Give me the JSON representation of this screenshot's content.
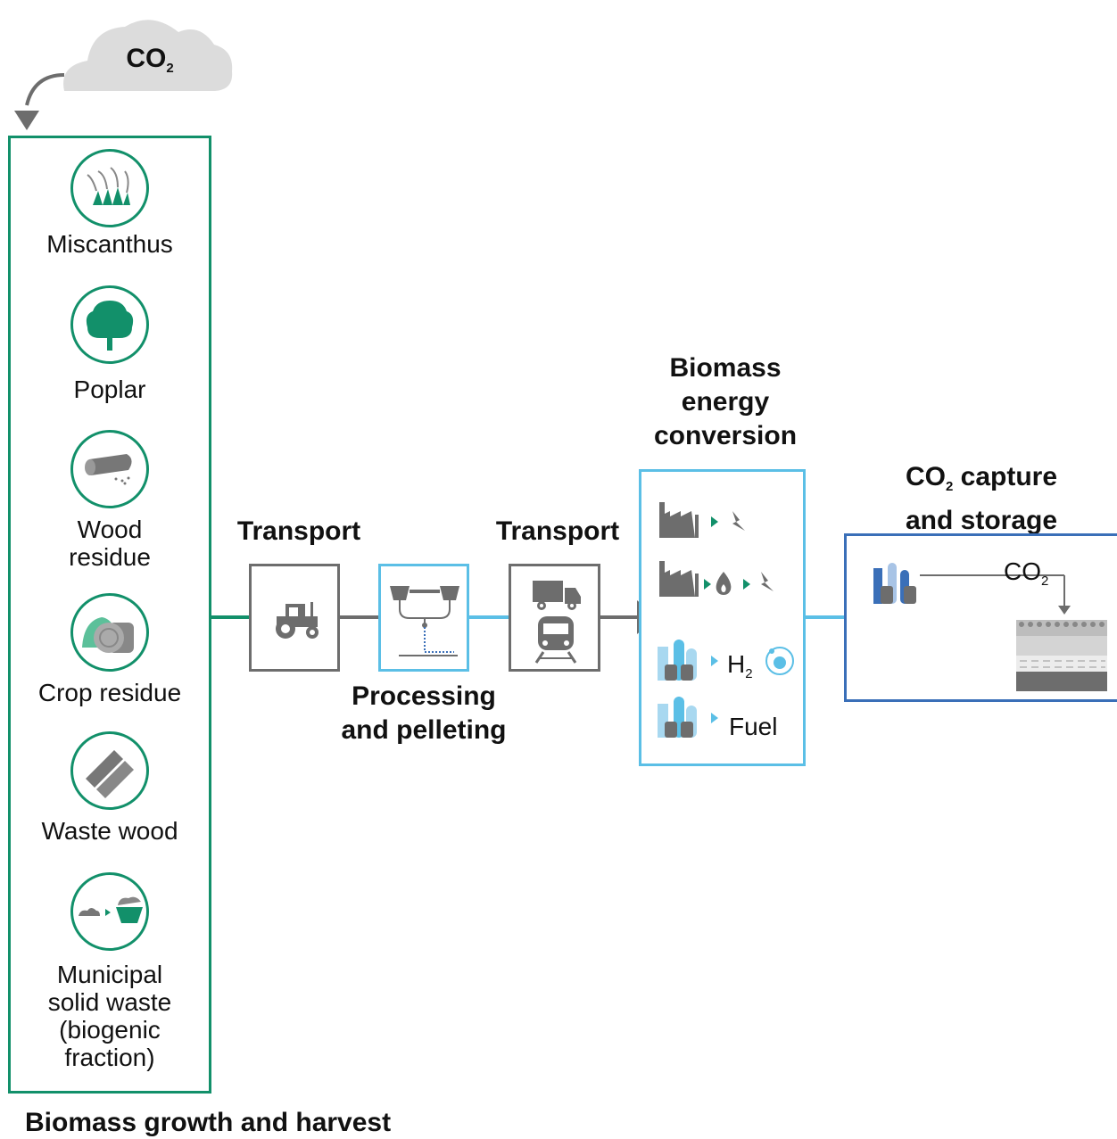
{
  "cloud": {
    "label": "CO",
    "sub": "2"
  },
  "biomass_column": {
    "title": "Biomass growth and harvest",
    "items": [
      {
        "label": "Miscanthus",
        "icon": "miscanthus-grass-icon"
      },
      {
        "label": "Poplar",
        "icon": "tree-icon"
      },
      {
        "label": "Wood residue",
        "line1": "Wood",
        "line2": "residue",
        "icon": "log-icon"
      },
      {
        "label": "Crop residue",
        "icon": "hay-bale-icon"
      },
      {
        "label": "Waste wood",
        "icon": "wood-planks-icon"
      },
      {
        "label": "Municipal solid waste (biogenic fraction)",
        "line1": "Municipal",
        "line2": "solid waste",
        "line3": "(biogenic",
        "line4": "fraction)",
        "icon": "waste-bin-icon"
      }
    ]
  },
  "steps": {
    "transport1": {
      "title": "Transport",
      "icon": "tractor-icon"
    },
    "processing": {
      "title_line1": "Processing",
      "title_line2": "and pelleting",
      "icon": "pellet-mill-icon"
    },
    "transport2": {
      "title": "Transport",
      "icon": "truck-and-train-icon"
    },
    "conversion": {
      "title_line1": "Biomass",
      "title_line2": "energy",
      "title_line3": "conversion",
      "rows": [
        {
          "icon": "factory-electricity-icon"
        },
        {
          "icon": "factory-gas-electricity-icon"
        },
        {
          "label": "H",
          "sub": "2",
          "icon": "refinery-hydrogen-icon"
        },
        {
          "label": "Fuel",
          "icon": "refinery-fuel-icon"
        }
      ]
    },
    "storage": {
      "title_pre": "CO",
      "title_sub": "2",
      "title_post": " capture",
      "title_line2": "and storage",
      "co2_label": "CO",
      "co2_sub": "2",
      "icon": "geological-storage-icon"
    }
  },
  "colors": {
    "green": "#12906a",
    "light_blue": "#5bbfe6",
    "dark_blue": "#3a6fb8",
    "gray": "#6d6d6d"
  }
}
